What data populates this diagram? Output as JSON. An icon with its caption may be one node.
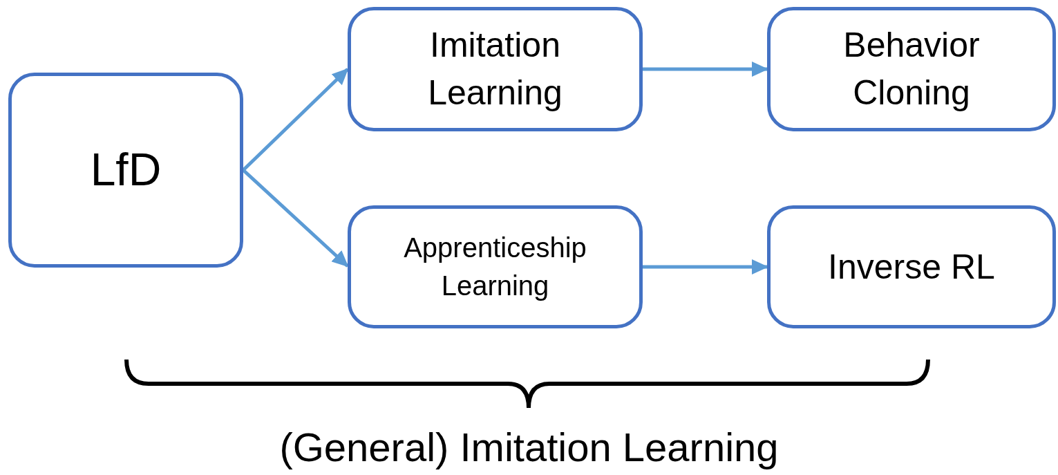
{
  "diagram": {
    "caption": "(General) Imitation Learning",
    "nodes": [
      {
        "text": [
          "LfD"
        ]
      },
      {
        "text": [
          "Imitation Learning"
        ]
      },
      {
        "text": [
          "Behavior Cloning"
        ]
      },
      {
        "text": [
          "Apprenticeship Learning"
        ]
      },
      {
        "text": [
          "Inverse RL"
        ]
      }
    ],
    "edges": [
      {
        "from": 0,
        "to": 1,
        "arrow": "to"
      },
      {
        "from": 0,
        "to": 3,
        "arrow": "to"
      },
      {
        "from": 1,
        "to": 2,
        "arrow": "to"
      },
      {
        "from": 3,
        "to": 4,
        "arrow": "to"
      }
    ]
  }
}
